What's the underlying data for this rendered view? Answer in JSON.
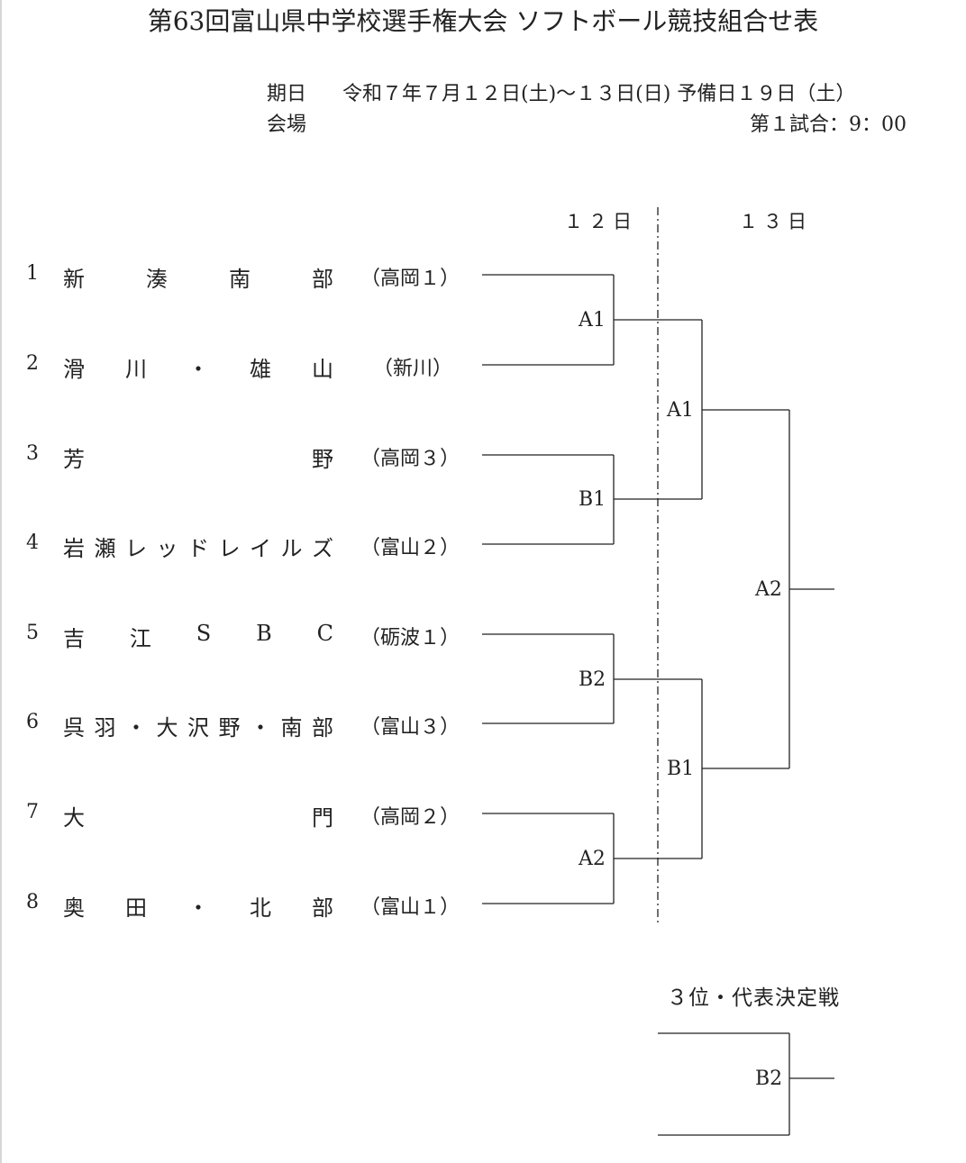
{
  "title": "第63回富山県中学校選手権大会 ソフトボール競技組合せ表",
  "info": {
    "date_label": "期日",
    "date_value": "令和７年７月１２日(土)～１３日(日) 予備日１９日（土）",
    "venue_label": "会場",
    "first_match": "第１試合：9：00"
  },
  "days": [
    "１２日",
    "１３日"
  ],
  "teams": [
    {
      "num": "1",
      "name_chars": [
        "新",
        "湊",
        "南",
        "部"
      ],
      "dist_chars": [
        "（",
        "高",
        "岡",
        "１",
        "）"
      ],
      "dist_style": "wide"
    },
    {
      "num": "2",
      "name_chars": [
        "滑",
        "川",
        "・",
        "雄",
        "山"
      ],
      "dist_chars": [
        "（",
        "新",
        "川",
        "）"
      ],
      "dist_style": "narrow"
    },
    {
      "num": "3",
      "name_chars": [
        "芳",
        "野"
      ],
      "dist_chars": [
        "（",
        "高",
        "岡",
        "３",
        "）"
      ],
      "dist_style": "wide"
    },
    {
      "num": "4",
      "name_chars": [
        "岩",
        "瀬",
        "レ",
        "ッ",
        "ド",
        "レ",
        "イ",
        "ル",
        "ズ"
      ],
      "dist_chars": [
        "（",
        "富",
        "山",
        "２",
        "）"
      ],
      "dist_style": "wide"
    },
    {
      "num": "5",
      "name_chars": [
        "吉",
        "江",
        "S",
        "B",
        "C"
      ],
      "dist_chars": [
        "（",
        "砺",
        "波",
        "１",
        "）"
      ],
      "dist_style": "wide"
    },
    {
      "num": "6",
      "name_chars": [
        "呉",
        "羽",
        "・",
        "大",
        "沢",
        "野",
        "・",
        "南",
        "部"
      ],
      "dist_chars": [
        "（",
        "富",
        "山",
        "３",
        "）"
      ],
      "dist_style": "wide"
    },
    {
      "num": "7",
      "name_chars": [
        "大",
        "門"
      ],
      "dist_chars": [
        "（",
        "高",
        "岡",
        "２",
        "）"
      ],
      "dist_style": "wide"
    },
    {
      "num": "8",
      "name_chars": [
        "奥",
        "田",
        "・",
        "北",
        "部"
      ],
      "dist_chars": [
        "（",
        "富",
        "山",
        "１",
        "）"
      ],
      "dist_style": "wide"
    }
  ],
  "round1_matches": [
    "A1",
    "B1",
    "B2",
    "A2"
  ],
  "semifinal_matches": [
    "A1",
    "B1"
  ],
  "final_match": "A2",
  "third_place": {
    "title": "３位・代表決定戦",
    "match": "B2"
  }
}
